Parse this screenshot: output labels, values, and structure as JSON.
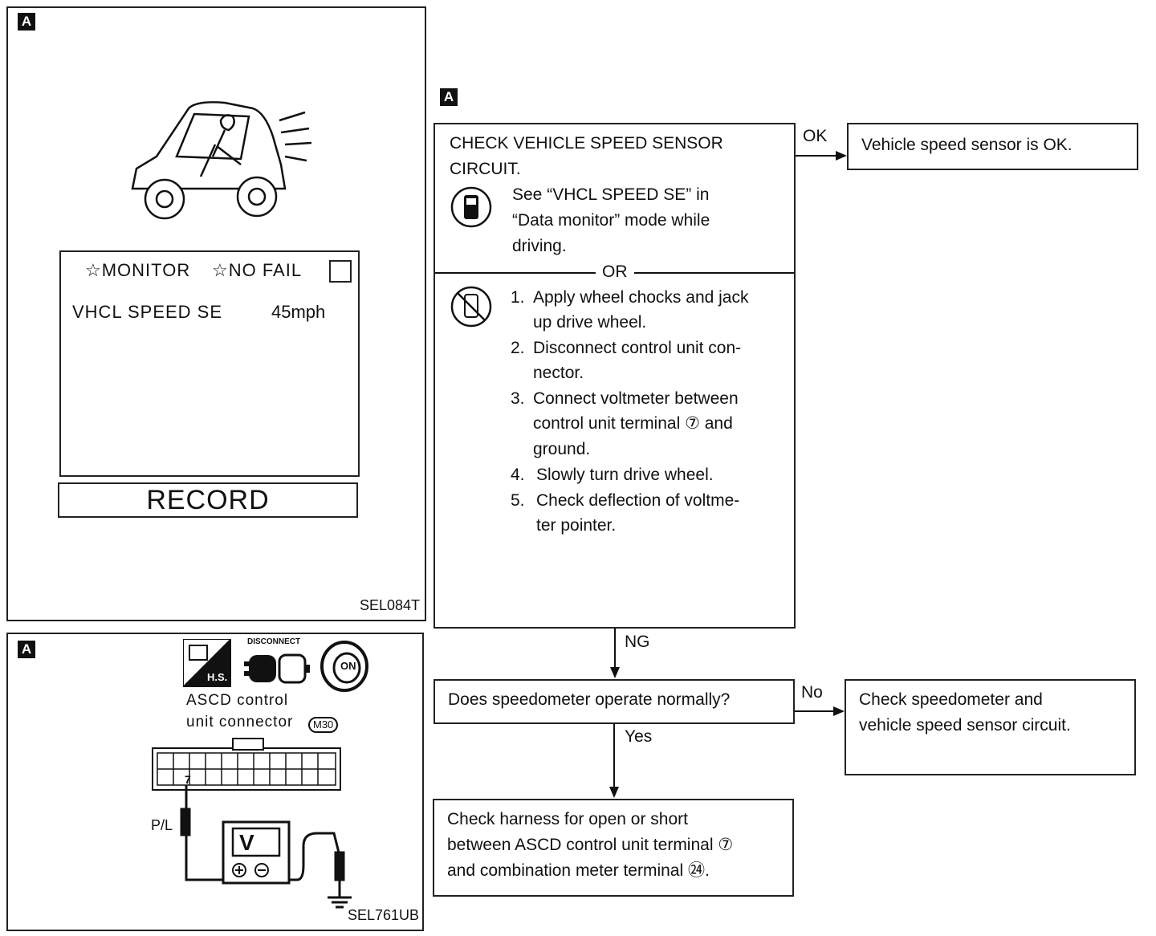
{
  "panel1": {
    "tag": "A",
    "screen": {
      "header_monitor": "☆MONITOR",
      "header_nofail": "☆NO FAIL",
      "item_label": "VHCL SPEED SE",
      "item_value": "45mph",
      "record_button": "RECORD"
    },
    "code": "SEL084T"
  },
  "panel2": {
    "tag": "A",
    "connector_label_1": "ASCD control",
    "connector_label_2": "unit connector",
    "connector_id": "M30",
    "disconnect_label": "DISCONNECT",
    "hs_label": "H.S.",
    "on_label": "ON",
    "pin_label": "7",
    "wire_label": "P/L",
    "meter_label": "V",
    "code": "SEL761UB"
  },
  "flow": {
    "tag": "A",
    "step1_title_1": "CHECK VEHICLE SPEED SENSOR",
    "step1_title_2": "CIRCUIT.",
    "step1_consult_1": "See “VHCL SPEED SE” in",
    "step1_consult_2": "“Data monitor” mode while",
    "step1_consult_3": "driving.",
    "or_label": "OR",
    "steps": [
      {
        "num": "1.",
        "l1": "Apply wheel chocks and jack",
        "l2": "up drive wheel."
      },
      {
        "num": "2.",
        "l1": "Disconnect control unit con-",
        "l2": "nector."
      },
      {
        "num": "3.",
        "l1": "Connect voltmeter between",
        "l2": "control unit terminal ⑦  and",
        "l3": "ground."
      },
      {
        "num": "4.",
        "l1": "Slowly turn drive wheel."
      },
      {
        "num": "5.",
        "l1": "Check deflection of voltme-",
        "l2": "ter pointer."
      }
    ],
    "ok_label": "OK",
    "ok_result": "Vehicle speed sensor is OK.",
    "ng_label": "NG",
    "step2_question": "Does speedometer operate normally?",
    "no_label": "No",
    "no_result_1": "Check speedometer and",
    "no_result_2": "vehicle speed sensor circuit.",
    "yes_label": "Yes",
    "step3_1": "Check harness for open or short",
    "step3_2": "between ASCD control unit terminal ⑦",
    "step3_3": "and combination meter terminal ㉔."
  }
}
